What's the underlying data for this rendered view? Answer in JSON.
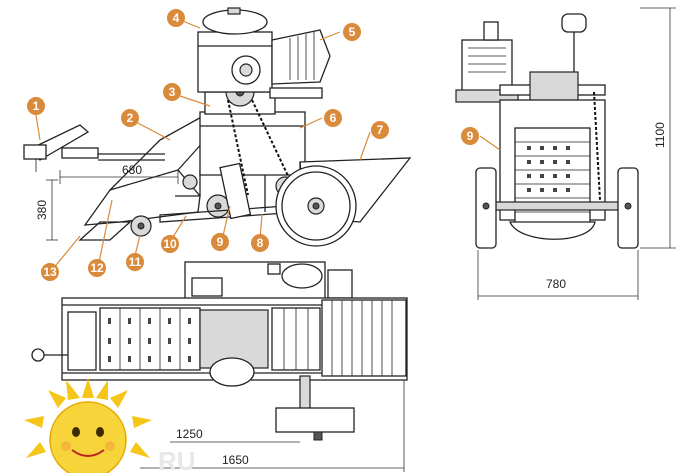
{
  "callouts": [
    "1",
    "2",
    "3",
    "4",
    "5",
    "6",
    "7",
    "8",
    "9",
    "10",
    "11",
    "12",
    "13",
    "9"
  ],
  "dimensions": {
    "side_length": "680",
    "side_height": "380",
    "front_height": "1100",
    "front_width": "780",
    "top_length_a": "1250",
    "top_length_b": "1650"
  },
  "watermark": "RU",
  "colors": {
    "callout": "#d98a3b",
    "line": "#222222",
    "sun": "#f5c518"
  }
}
